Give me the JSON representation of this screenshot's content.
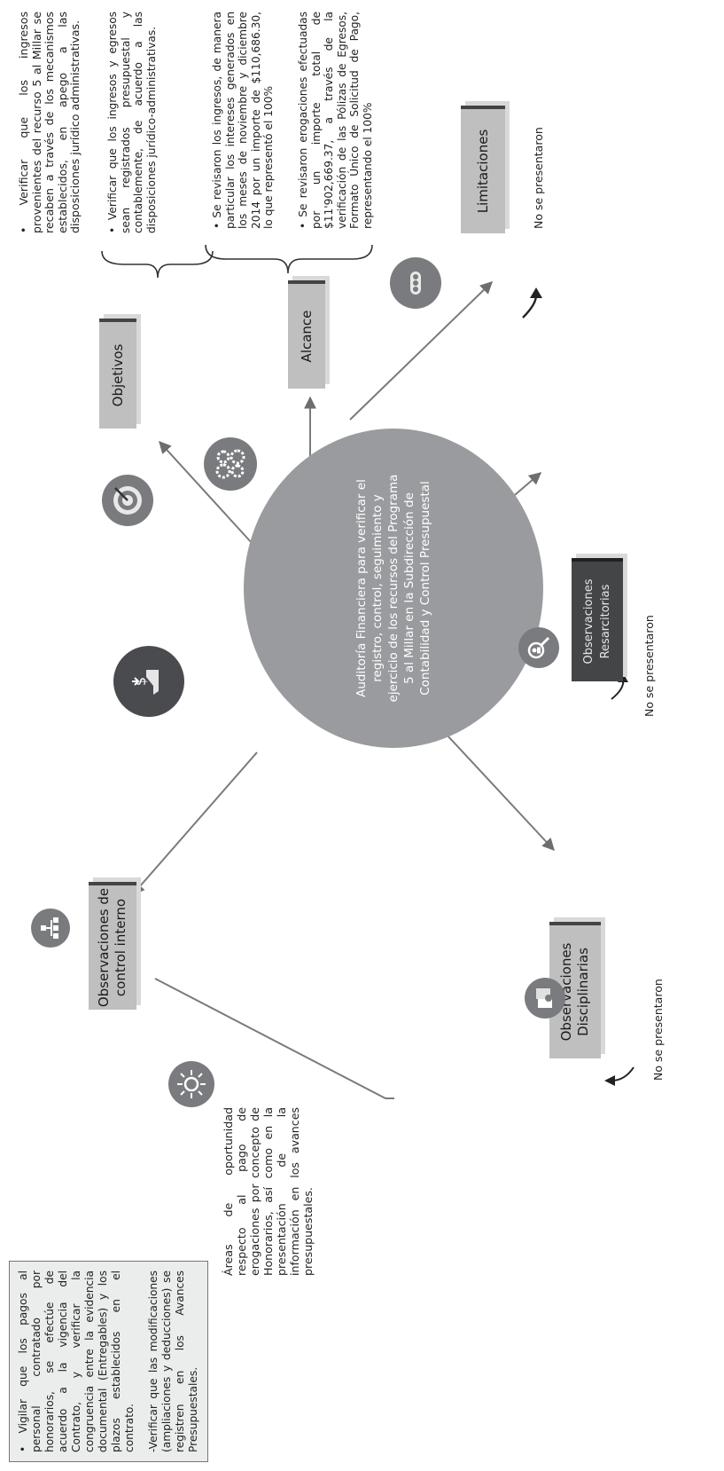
{
  "center": {
    "title": "Auditoría Financiera para verificar el registro, control, seguimiento y ejercicio de los recursos del Programa 5 al Millar en la Subdirección de Contabilidad y Control Presupuestal"
  },
  "nodes": {
    "objetivos": "Objetivos",
    "alcance": "Alcance",
    "limitaciones": "Limitaciones",
    "observaciones_sancionatorias": "Observaciones Resarcitorias",
    "observaciones_disciplinarias": "Observaciones Disciplinarias",
    "observaciones_control_interno": "Observaciones de control interno"
  },
  "objetivos_text": {
    "item1": "Verificar que los ingresos provenientes del recurso 5 al Millar se recaben a través de los mecanismos establecidos, en apego a las disposiciones jurídico administrativas.",
    "item2": "Verificar que los ingresos y egresos sean registrados presupuestal y contablemente, de acuerdo a las disposiciones jurídico-administrativas."
  },
  "alcance_text": {
    "item1": "Se revisaron los ingresos, de manera particular los intereses generados en los meses de noviembre y diciembre 2014 por un importe de $110,686.30, lo que representó el 100%",
    "item2": "Se revisaron erogaciones efectuadas por un importe total de $11'902,669.37, a través de la verificación de las Pólizas de Egresos, Formato Único de Solicitud de Pago, representando el 100%"
  },
  "no_se_presentaron": {
    "limitaciones": "No se presentaron",
    "sancionatorias": "No se presentaron",
    "disciplinarias": "No se presentaron"
  },
  "control_interno_text": {
    "areas": "Áreas de oportunidad respecto al pago de erogaciones por concepto de Honorarios, así como en la presentación de la información en los avances presupuestales.",
    "rec1": "Vigilar que los pagos al personal contratado por honorarios, se efectúe de acuerdo a la vigencia del Contrato, y verificar la congruencia entre la evidencia documental (Entregables) y los plazos establecidos en el contrato.",
    "rec2": "-Verificar que las modificaciones (ampliaciones y deducciones) se registren en los Avances Presupuestales."
  },
  "icons": [
    "target-icon",
    "gears-icon",
    "traffic-light-icon",
    "money-hand-icon",
    "handshake-icon",
    "documents-person-icon",
    "magnifier-people-icon",
    "sun-idea-icon",
    "org-chart-icon"
  ],
  "colors": {
    "circle": "#9a9b9f",
    "box_light": "#bfbfbf",
    "box_dark": "#444547",
    "icon_gray": "#7a7b7e"
  }
}
